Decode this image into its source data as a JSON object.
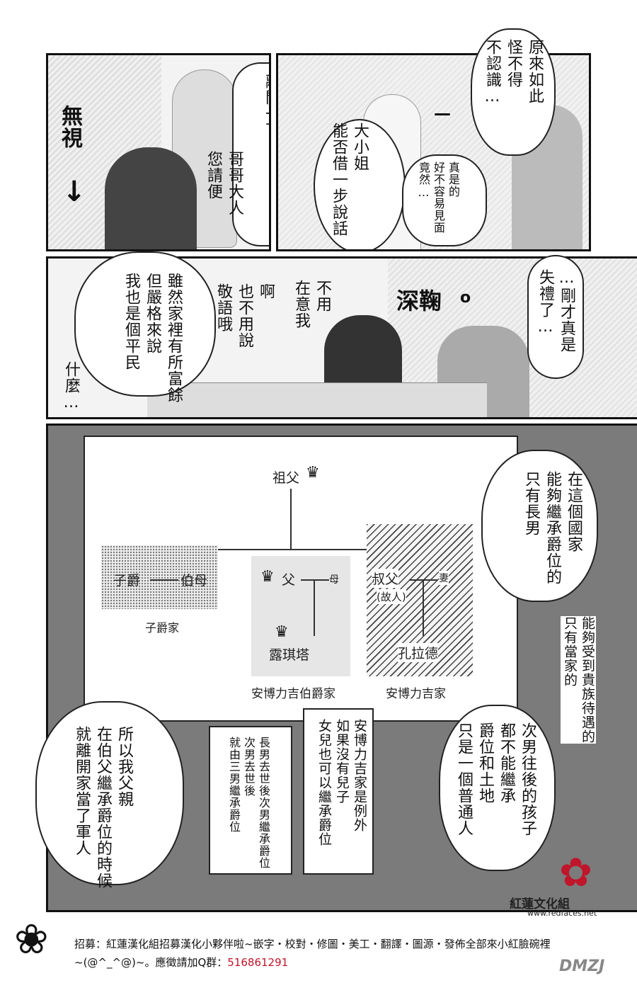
{
  "panel1": {
    "sfx_ignore": "無視",
    "bubble_leave": "我稍微\n離開一下",
    "bubble_go": "哥哥大人\n您請便"
  },
  "panel2": {
    "bubble_miss": "大小姐\n能否借一步說話",
    "sfx_hmm": "—",
    "bubble_so": "原來如此\n怪不得\n不認識…",
    "bubble_really": "真是的\n好不容易見面\n竟然…"
  },
  "panel3": {
    "bubble_rude": "…剛才真是\n失禮了…",
    "sfx_bow": "深鞠",
    "bubble_nomind": "不用\n在意我",
    "bubble_honorific": "啊\n也不用說\n敬語哦",
    "bubble_commoner": "雖然家裡有所富餘\n但嚴格來說\n我也是個平民",
    "bubble_what": "什麼…"
  },
  "panel4": {
    "tree": {
      "grandfather": "祖父",
      "viscount": "子爵",
      "aunt": "伯母",
      "viscount_house": "子爵家",
      "father": "父",
      "mother": "母",
      "lucita": "露琪塔",
      "earl_house": "安博力吉伯爵家",
      "uncle": "叔父",
      "deceased": "(故人)",
      "wife": "妻",
      "conrad": "孔拉德",
      "family_house": "安博力吉家"
    },
    "bubble_eldest": "在這個國家\n能夠繼承爵位的\n只有長男",
    "side_text": "能夠受到貴族待遇的\n只有當家的",
    "bubble_second": "次男往後的孩子\n都不能繼承\n爵位和土地\n只是一個普通人",
    "note_exception": "安博力吉家是例外\n如果沒有兒子\n女兒也可以繼承爵位",
    "note_succession": "長男去世後次男繼承爵位\n次男去世後\n就由三男繼承爵位",
    "bubble_father": "所以我父親\n在伯父繼承爵位的時候\n就離開家當了軍人"
  },
  "footer": {
    "line1": "招募：紅蓮漢化組招募漢化小夥伴啦~嵌字・校對・修圖・美工・翻譯・圖源・發佈全部來小紅臉碗裡",
    "line2_prefix": "~(@^_^@)~。應徵請加Q群：",
    "qq": "516861291",
    "logo_text": "紅蓮文化組",
    "logo_url": "www.redfaces.net",
    "dmzj": "DMZJ"
  },
  "colors": {
    "accent_red": "#c0152a",
    "ink": "#111111",
    "screen_grey": "#e6e6e6"
  }
}
